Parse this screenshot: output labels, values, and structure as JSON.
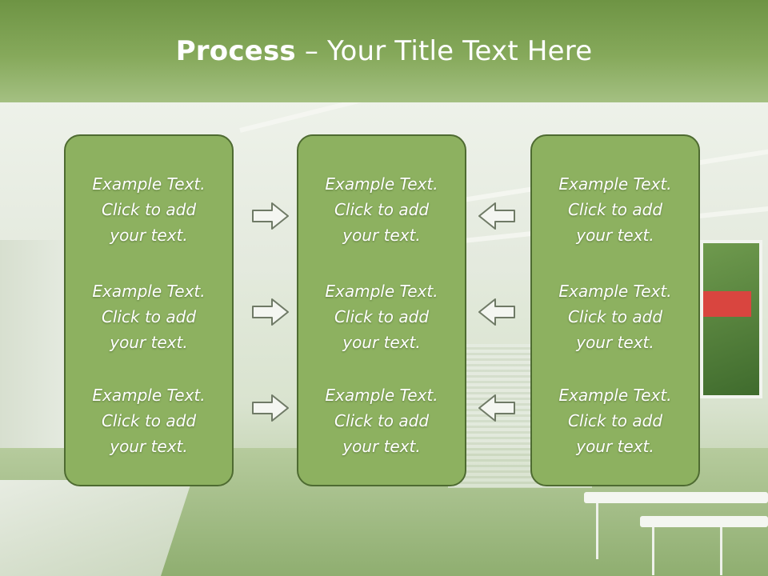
{
  "title": {
    "bold": "Process",
    "rest": " – Your Title Text Here"
  },
  "columns": [
    {
      "entries": [
        {
          "line1": "Example Text.",
          "line2": "Click  to add",
          "line3": "your text."
        },
        {
          "line1": "Example Text.",
          "line2": "Click  to add",
          "line3": "your text."
        },
        {
          "line1": "Example Text.",
          "line2": "Click  to add",
          "line3": "your text."
        }
      ]
    },
    {
      "entries": [
        {
          "line1": "Example Text.",
          "line2": "Click  to add",
          "line3": "your text."
        },
        {
          "line1": "Example Text.",
          "line2": "Click  to add",
          "line3": "your text."
        },
        {
          "line1": "Example Text.",
          "line2": "Click  to add",
          "line3": "your text."
        }
      ]
    },
    {
      "entries": [
        {
          "line1": "Example Text.",
          "line2": "Click  to add",
          "line3": "your text."
        },
        {
          "line1": "Example Text.",
          "line2": "Click  to add",
          "line3": "your text."
        },
        {
          "line1": "Example Text.",
          "line2": "Click  to add",
          "line3": "your text."
        }
      ]
    }
  ],
  "arrows": {
    "left_group": "arrow-right-icon",
    "right_group": "arrow-left-icon"
  },
  "colors": {
    "title_bar": "#7a9e4f",
    "panel_fill": "#8db160",
    "panel_border": "#4e6b31",
    "text": "#ffffff"
  }
}
